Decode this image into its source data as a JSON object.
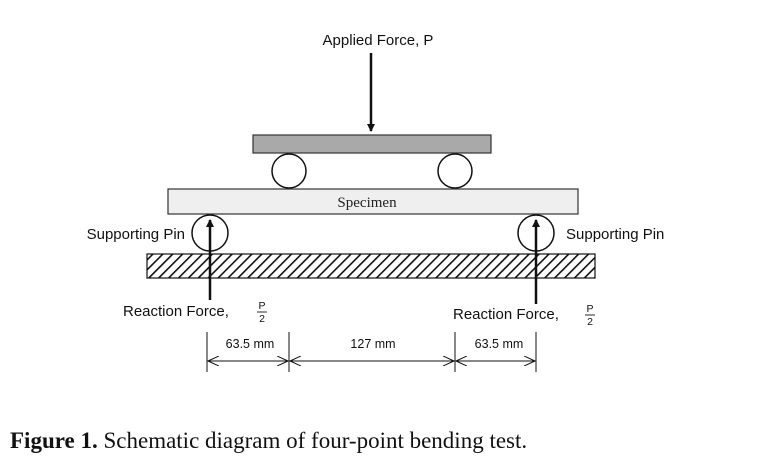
{
  "diagram": {
    "applied_force": "Applied Force, P",
    "specimen": "Specimen",
    "supporting_pin_left": "Supporting Pin",
    "supporting_pin_right": "Supporting Pin",
    "reaction_force_left": "Reaction Force,",
    "reaction_force_right": "Reaction Force,",
    "fraction_num": "P",
    "fraction_den": "2",
    "dim_left": "63.5 mm",
    "dim_center": "127 mm",
    "dim_right": "63.5 mm"
  },
  "caption": {
    "label": "Figure 1.",
    "text": "Schematic diagram of four-point bending test."
  }
}
